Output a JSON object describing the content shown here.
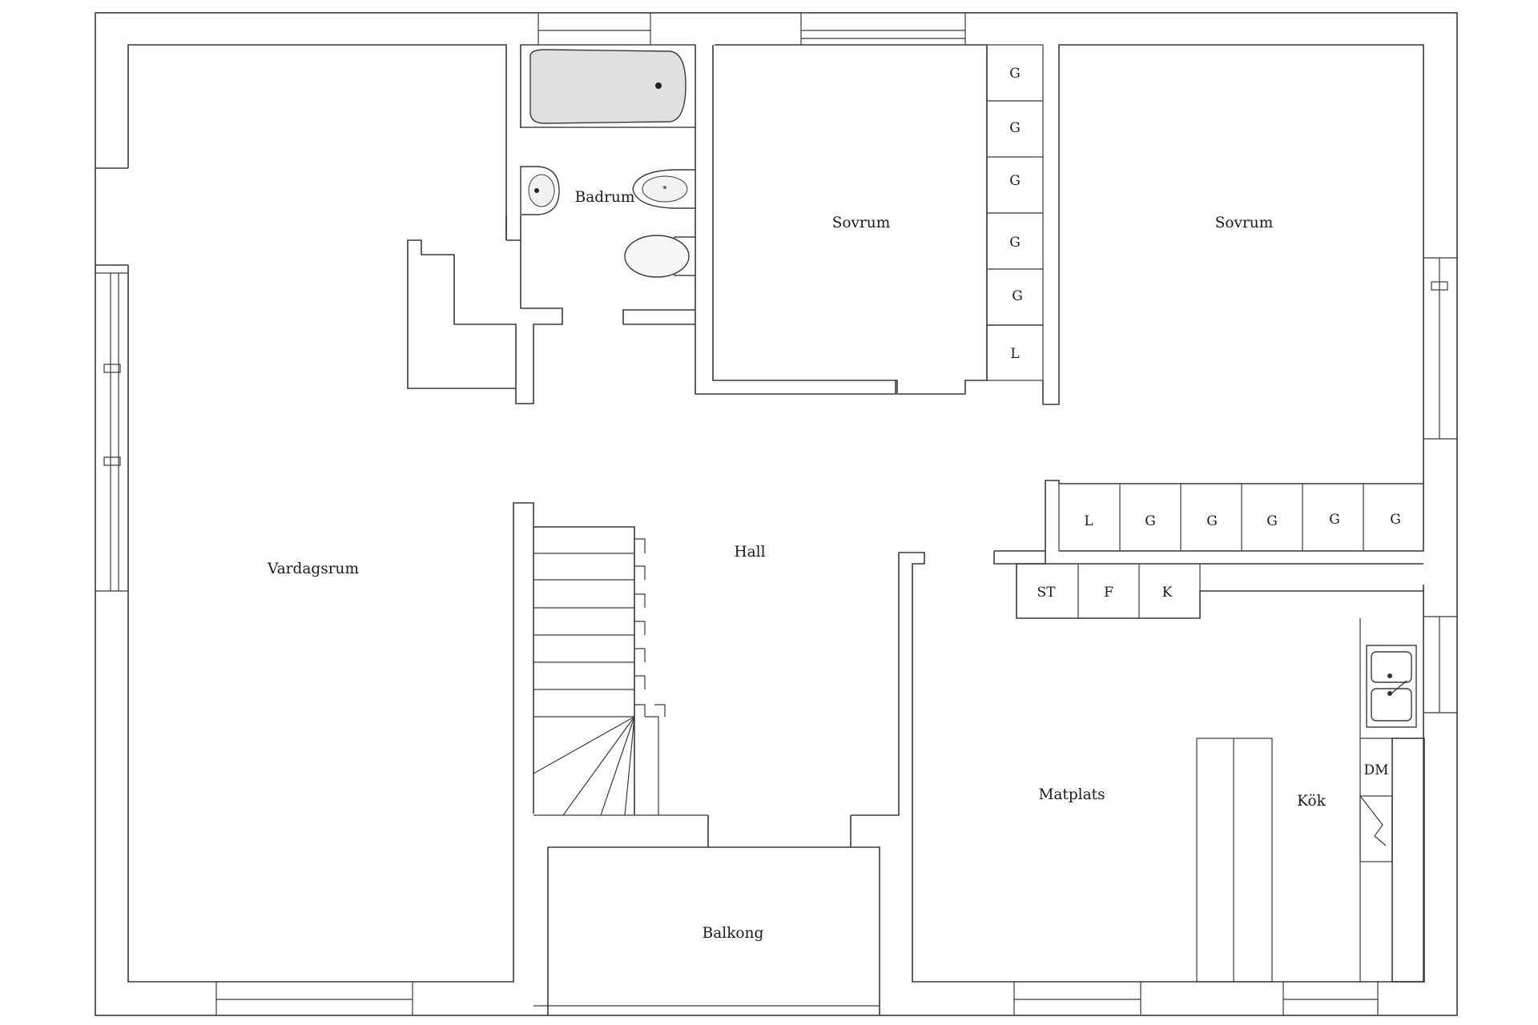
{
  "rooms": {
    "vardagsrum": "Vardagsrum",
    "badrum": "Badrum",
    "sovrum_1": "Sovrum",
    "sovrum_2": "Sovrum",
    "hall": "Hall",
    "matplats": "Matplats",
    "kok": "Kök",
    "balkong": "Balkong"
  },
  "cabinets": {
    "bedroom_column": [
      "G",
      "G",
      "G",
      "G",
      "G",
      "L"
    ],
    "hall_row": [
      "L",
      "G",
      "G",
      "G",
      "G",
      "G"
    ],
    "kitchen_appliances": [
      "ST",
      "F",
      "K"
    ],
    "dishwasher": "DM"
  }
}
